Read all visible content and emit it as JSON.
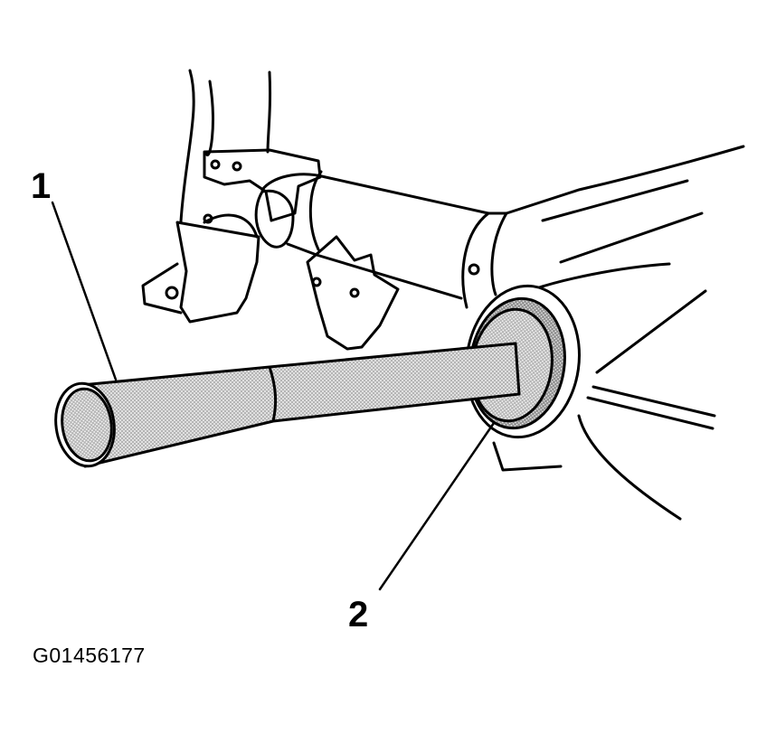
{
  "callouts": [
    {
      "number": "1"
    },
    {
      "number": "2"
    }
  ],
  "figure_id": "G01456177",
  "colors": {
    "line": "#000000",
    "background": "#ffffff",
    "stipple": "#9a9a9a"
  }
}
